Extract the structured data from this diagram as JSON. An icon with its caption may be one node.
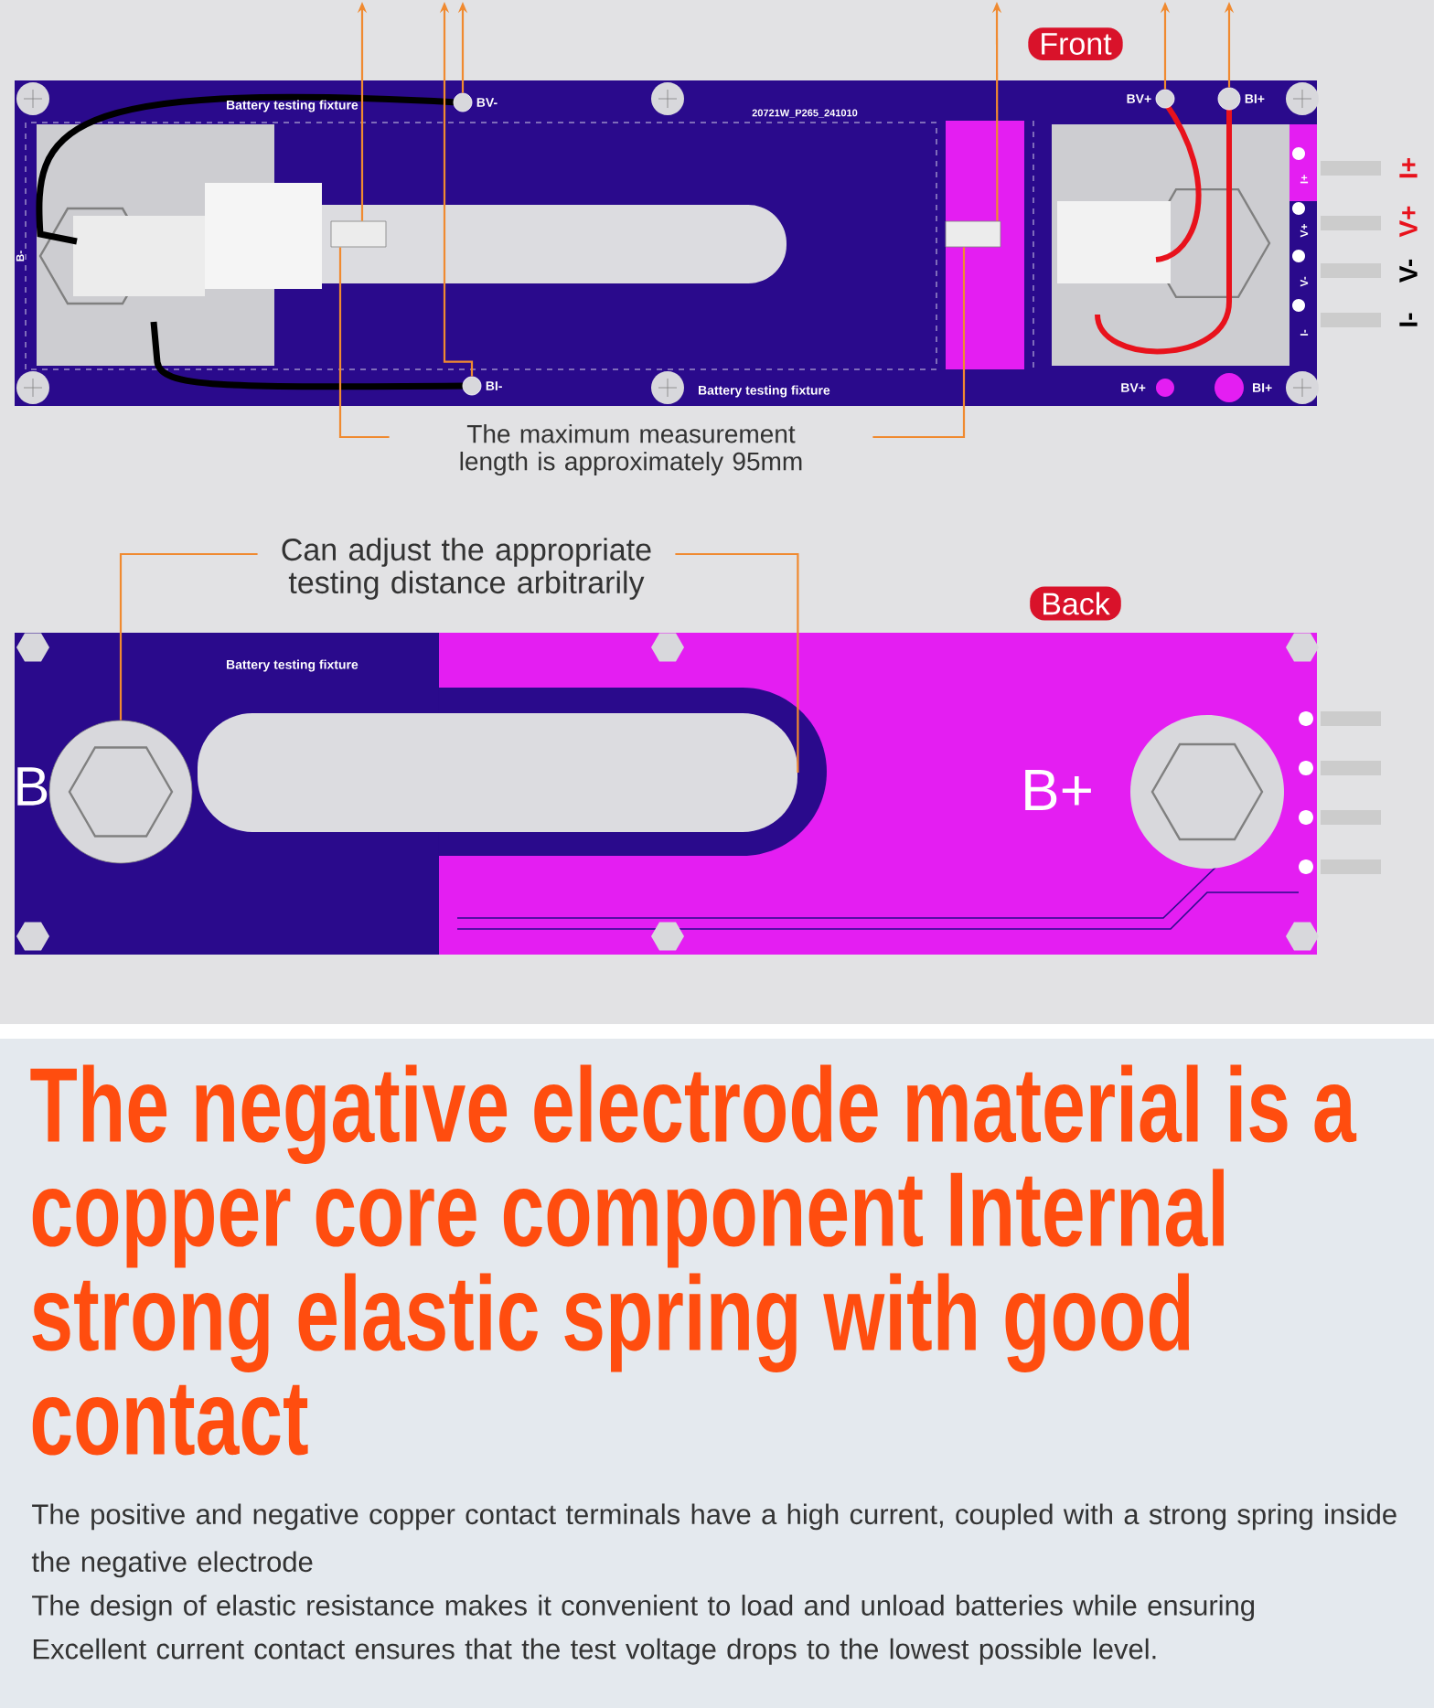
{
  "diagram": {
    "title": "The negative electrode material is a copper core component Internal strong elastic spring with good contact",
    "nodes": [
      {
        "text": [
          "The maximum measurement length is approximately 95mm"
        ]
      },
      {
        "text": [],
        "shape": "box"
      },
      {
        "text": [],
        "shape": "box"
      },
      {
        "text": [],
        "shape": "circle",
        "beside": [
          "BV-"
        ]
      },
      {
        "text": [],
        "shape": "circle",
        "beside": [
          "BI-"
        ]
      },
      {
        "text": [],
        "shape": "circle",
        "beside": [
          "BV+"
        ]
      },
      {
        "text": [],
        "shape": "circle",
        "beside": [
          "BI+"
        ]
      },
      {
        "text": [
          "Can adjust the appropriate testing distance arbitrarily"
        ]
      },
      {
        "text": [],
        "shape": "circle"
      },
      {
        "text": [],
        "shape": "box"
      }
    ],
    "edges": [
      {
        "from": 0,
        "to": 1,
        "arrow": "none"
      },
      {
        "from": 0,
        "to": 2,
        "arrow": "none"
      },
      {
        "from": 1,
        "to": null,
        "arrow": "to"
      },
      {
        "from": 3,
        "to": null,
        "arrow": "to"
      },
      {
        "from": 4,
        "to": null,
        "arrow": "to"
      },
      {
        "from": 2,
        "to": null,
        "arrow": "to"
      },
      {
        "from": 5,
        "to": null,
        "arrow": "to"
      },
      {
        "from": 6,
        "to": null,
        "arrow": "to"
      },
      {
        "from": 7,
        "to": 8,
        "arrow": "none"
      },
      {
        "from": 7,
        "to": 9,
        "arrow": "none"
      }
    ],
    "labels": [
      "Front",
      "Battery testing fixture",
      "B-",
      "20721W_P265_241010",
      "I+",
      "V+",
      "V-",
      "I-",
      "I+",
      "V+",
      "V-",
      "I-",
      "Battery testing fixture",
      "BV+",
      "BI+",
      "Back",
      "Battery testing fixture",
      "B",
      "B+",
      "The positive and negative copper contact terminals have a high current, coupled with a strong spring inside the negative electrode",
      "The design of elastic resistance makes it convenient to load and unload batteries while ensuring",
      "Excellent current contact ensures that the test voltage drops to the lowest possible level."
    ]
  }
}
